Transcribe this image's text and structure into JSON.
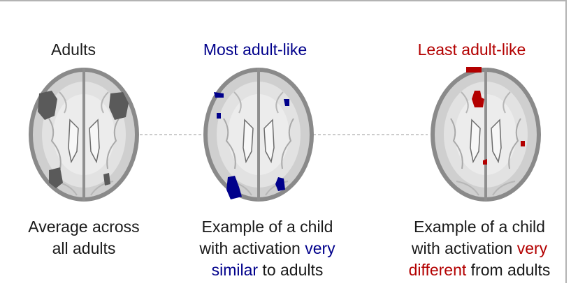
{
  "colors": {
    "adult_activation": "#5a5a5a",
    "most_adult_like": "#00008b",
    "least_adult_like": "#b30000",
    "text": "#1a1a1a"
  },
  "panels": [
    {
      "title": "Adults",
      "caption_lines": [
        [
          {
            "text": "Average across",
            "color": "text"
          }
        ],
        [
          {
            "text": "all adults",
            "color": "text"
          }
        ]
      ]
    },
    {
      "title": "Most adult-like",
      "caption_lines": [
        [
          {
            "text": "Example of a child",
            "color": "text"
          }
        ],
        [
          {
            "text": "with activation ",
            "color": "text"
          },
          {
            "text": "very",
            "color": "most_adult_like"
          }
        ],
        [
          {
            "text": "similar",
            "color": "most_adult_like"
          },
          {
            "text": " to adults",
            "color": "text"
          }
        ]
      ]
    },
    {
      "title": "Least adult-like",
      "caption_lines": [
        [
          {
            "text": "Example of a child",
            "color": "text"
          }
        ],
        [
          {
            "text": "with activation ",
            "color": "text"
          },
          {
            "text": "very",
            "color": "least_adult_like"
          }
        ],
        [
          {
            "text": "different",
            "color": "least_adult_like"
          },
          {
            "text": " from adults",
            "color": "text"
          }
        ]
      ]
    }
  ]
}
